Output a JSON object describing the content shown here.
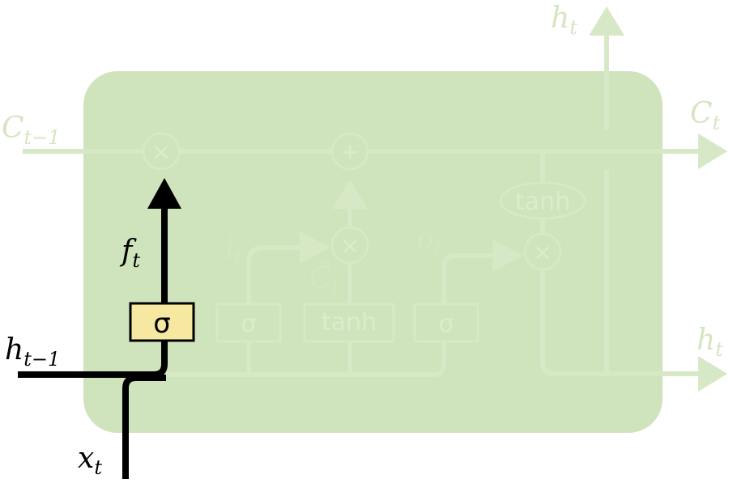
{
  "diagram": {
    "labels": {
      "c_prev_main": "C",
      "c_prev_sub": "t−1",
      "c_next_main": "C",
      "c_next_sub": "t",
      "h_top_main": "h",
      "h_top_sub": "t",
      "h_right_main": "h",
      "h_right_sub": "t",
      "h_prev_main": "h",
      "h_prev_sub": "t−1",
      "x_main": "x",
      "x_sub": "t",
      "f_main": "f",
      "f_sub": "t",
      "i_main": "i",
      "i_sub": "t",
      "o_main": "o",
      "o_sub": "t",
      "c_tilde_main": "C̃",
      "c_tilde_sub": "t"
    },
    "operators": {
      "forget_mult": "×",
      "add": "+",
      "input_mult": "×",
      "output_mult": "×"
    },
    "gates": {
      "forget_gate": "σ",
      "input_gate": "σ",
      "candidate": "tanh",
      "output_gate": "σ",
      "cell_tanh": "tanh"
    },
    "colors": {
      "cell_background": "#cfe3bd",
      "faded_line": "#d6e8c6",
      "highlight_line": "#000000",
      "highlight_gate": "#f6e8a1"
    }
  }
}
